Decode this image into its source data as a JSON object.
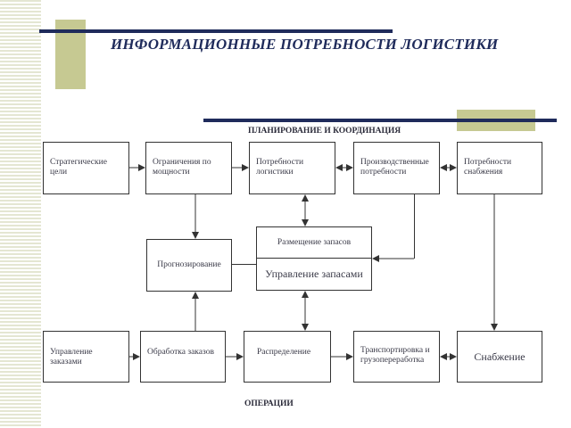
{
  "title": "ИНФОРМАЦИОННЫЕ ПОТРЕБНОСТИ ЛОГИСТИКИ",
  "sections": {
    "top": "ПЛАНИРОВАНИЕ И КООРДИНАЦИЯ",
    "bottom": "ОПЕРАЦИИ"
  },
  "planning": {
    "strategic": "Стратегические цели",
    "capacity": "Ограничения по мощности",
    "logistics_needs": "Потребности логистики",
    "production_needs": "Производственные потребности",
    "supply_needs": "Потребности снабжения"
  },
  "middle": {
    "forecasting": "Прогнозирование",
    "inventory_deployment": "Размещение запасов",
    "inventory_management": "Управление запасами"
  },
  "operations": {
    "order_management": "Управление заказами",
    "order_processing": "Обработка заказов",
    "distribution": "Распределение",
    "transport": "Транспортировка и грузопереработка",
    "procurement": "Снабжение"
  },
  "colors": {
    "accent": "#1f2b5b",
    "olive": "#c6c992",
    "stripes": "#e4e6d2"
  }
}
